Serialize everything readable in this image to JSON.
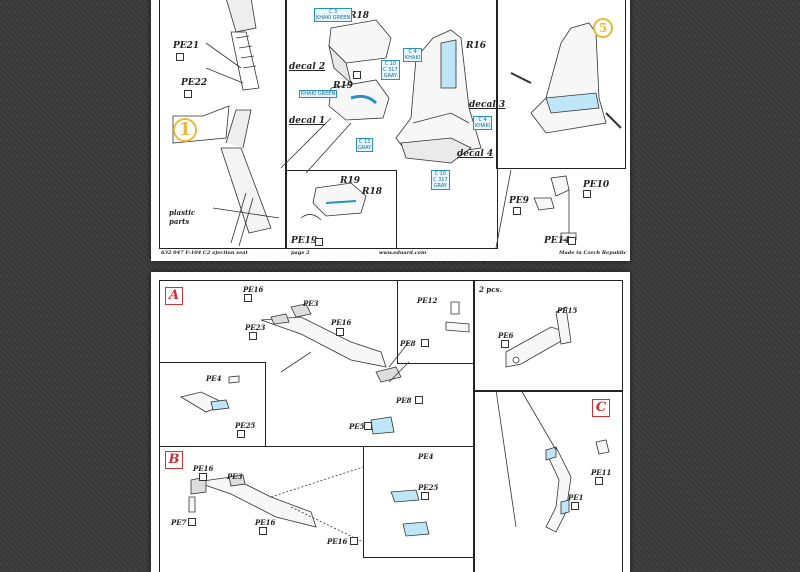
{
  "page1": {
    "part_labels": {
      "pe21": "PE21",
      "pe22": "PE22",
      "pe19": "PE19",
      "pe9": "PE9",
      "pe10": "PE10",
      "pe14": "PE14",
      "r18a": "R18",
      "r19a": "R19",
      "r16": "R16",
      "r19b": "R19",
      "r18b": "R18"
    },
    "decals": {
      "decal1": "decal 1",
      "decal2": "decal 2",
      "decal3": "decal 3",
      "decal4": "decal 4"
    },
    "step_numbers": {
      "one": "1",
      "five": "5"
    },
    "plastic_parts": "plastic\nparts",
    "color_codes": {
      "c3": "C 3\nKHAKI GREEN",
      "c10": "C 10\nC 317\nGRAY",
      "khaki": "KHAKI GREEN",
      "c4": "C 4\nKHAKI",
      "c13": "C 13\nGRAY"
    },
    "footer": {
      "left": "632 047   F-104 C2 ejection seat",
      "page": "page 2",
      "center": "www.eduard.com",
      "right": "Made in Czech Republic"
    }
  },
  "page2": {
    "sections": {
      "a": "A",
      "b": "B",
      "c": "C"
    },
    "two_pcs": "2 pcs.",
    "part_labels": {
      "pe16a": "PE16",
      "pe3a": "PE3",
      "pe23": "PE23",
      "pe16b": "PE16",
      "pe12": "PE12",
      "pe8a": "PE8",
      "pe4a": "PE4",
      "pe25a": "PE25",
      "pe8b": "PE8",
      "pe5": "PE5",
      "pe15": "PE15",
      "pe6": "PE6",
      "pe16c": "PE16",
      "pe3b": "PE3",
      "pe7": "PE7",
      "pe16d": "PE16",
      "pe16e": "PE16",
      "pe4b": "PE4",
      "pe25b": "PE25",
      "pe11": "PE11",
      "pe1": "PE1"
    }
  },
  "colors": {
    "accent_blue": "#2a8fbf",
    "section_red": "#c33",
    "step_yellow": "#e8b93a",
    "step_red": "#d4453a"
  }
}
